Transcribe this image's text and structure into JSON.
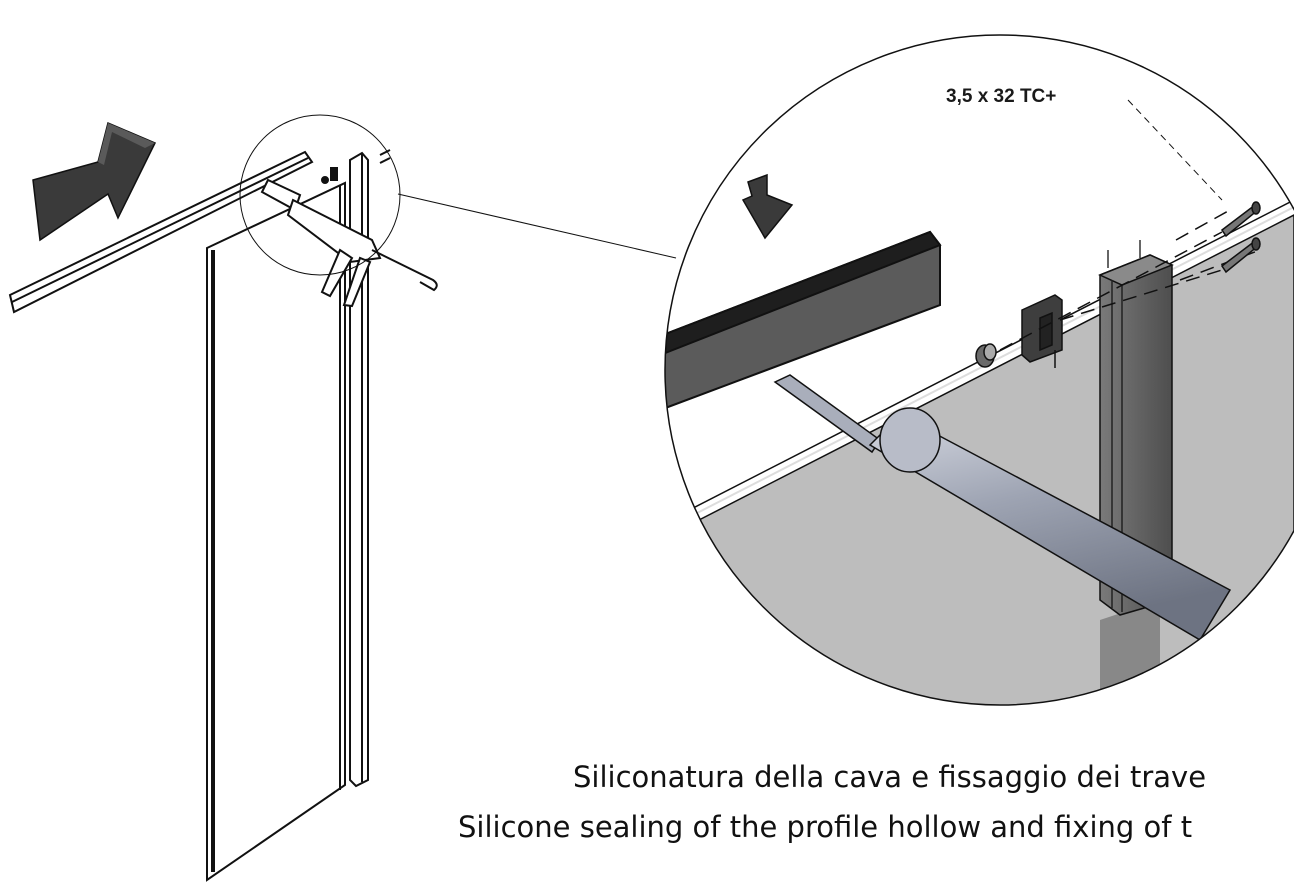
{
  "screw_label": "3,5 x 32 TC+",
  "caption_it": "Siliconatura della cava e fissaggio dei trave",
  "caption_en": "Silicone sealing of the profile hollow and fixing of t",
  "colors": {
    "arrow": "#3a3a3a",
    "glass_floor": "#bdbdbd",
    "profile": "#5b5b5b",
    "cartridge": "#9aa0ae",
    "line": "#111111"
  }
}
